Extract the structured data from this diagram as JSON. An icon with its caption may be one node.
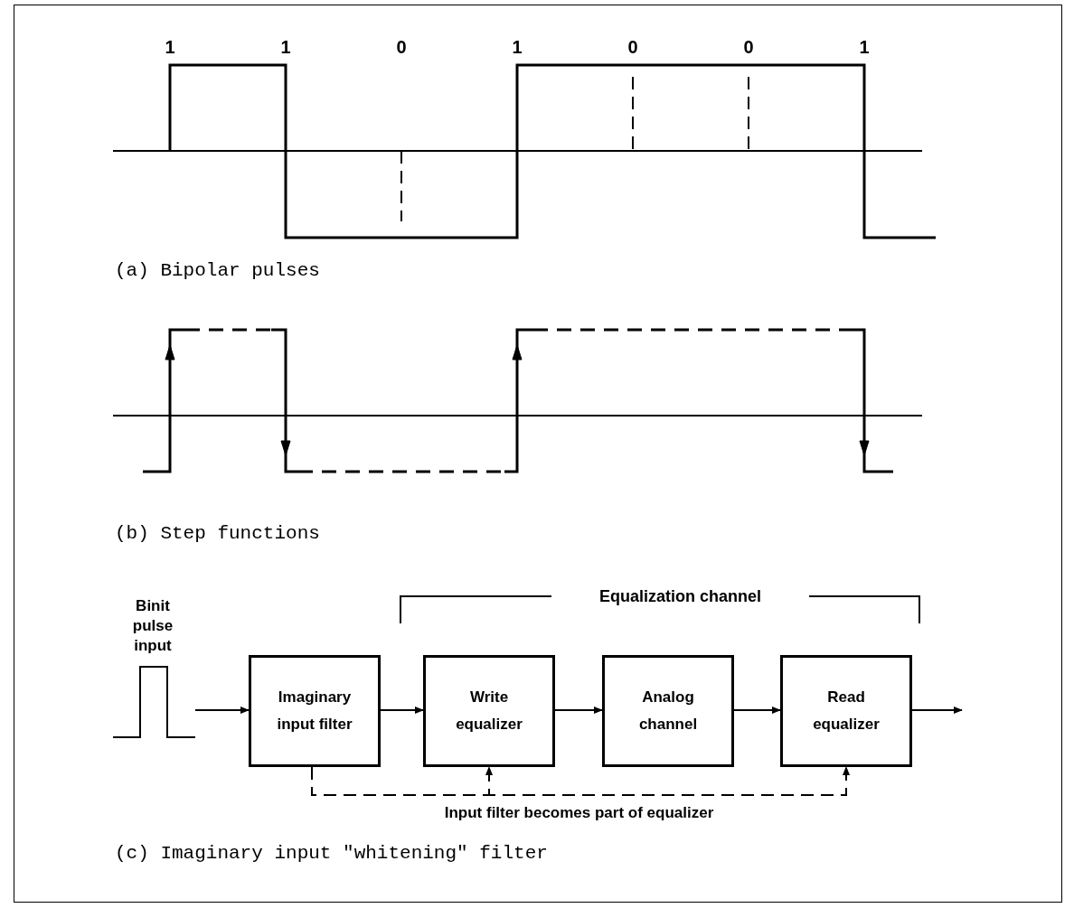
{
  "diagram": {
    "nodes": [
      {
        "text": [
          "Binit pulse input"
        ]
      },
      {
        "text": [
          "Imaginary input filter"
        ]
      },
      {
        "text": [
          "Write equalizer"
        ]
      },
      {
        "text": [
          "Analog channel"
        ]
      },
      {
        "text": [
          "Read equalizer"
        ]
      }
    ],
    "edges": [
      {
        "from": 0,
        "to": 1,
        "arrow": "to"
      },
      {
        "from": 1,
        "to": 2,
        "arrow": "to"
      },
      {
        "from": 2,
        "to": 3,
        "arrow": "to"
      },
      {
        "from": 3,
        "to": 4,
        "arrow": "to"
      },
      {
        "from": 4,
        "to": null,
        "arrow": "to"
      },
      {
        "from": 1,
        "to": 2,
        "arrow": "to",
        "style": "dashed"
      },
      {
        "from": 1,
        "to": 4,
        "arrow": "to",
        "style": "dashed",
        "label": "Input filter becomes part of equalizer"
      }
    ],
    "labels": [
      "1",
      "1",
      "0",
      "1",
      "0",
      "0",
      "1",
      "(a) Bipolar pulses",
      "(b) Step functions",
      "Equalization channel",
      "(c) Imaginary input \"whitening\" filter"
    ]
  }
}
